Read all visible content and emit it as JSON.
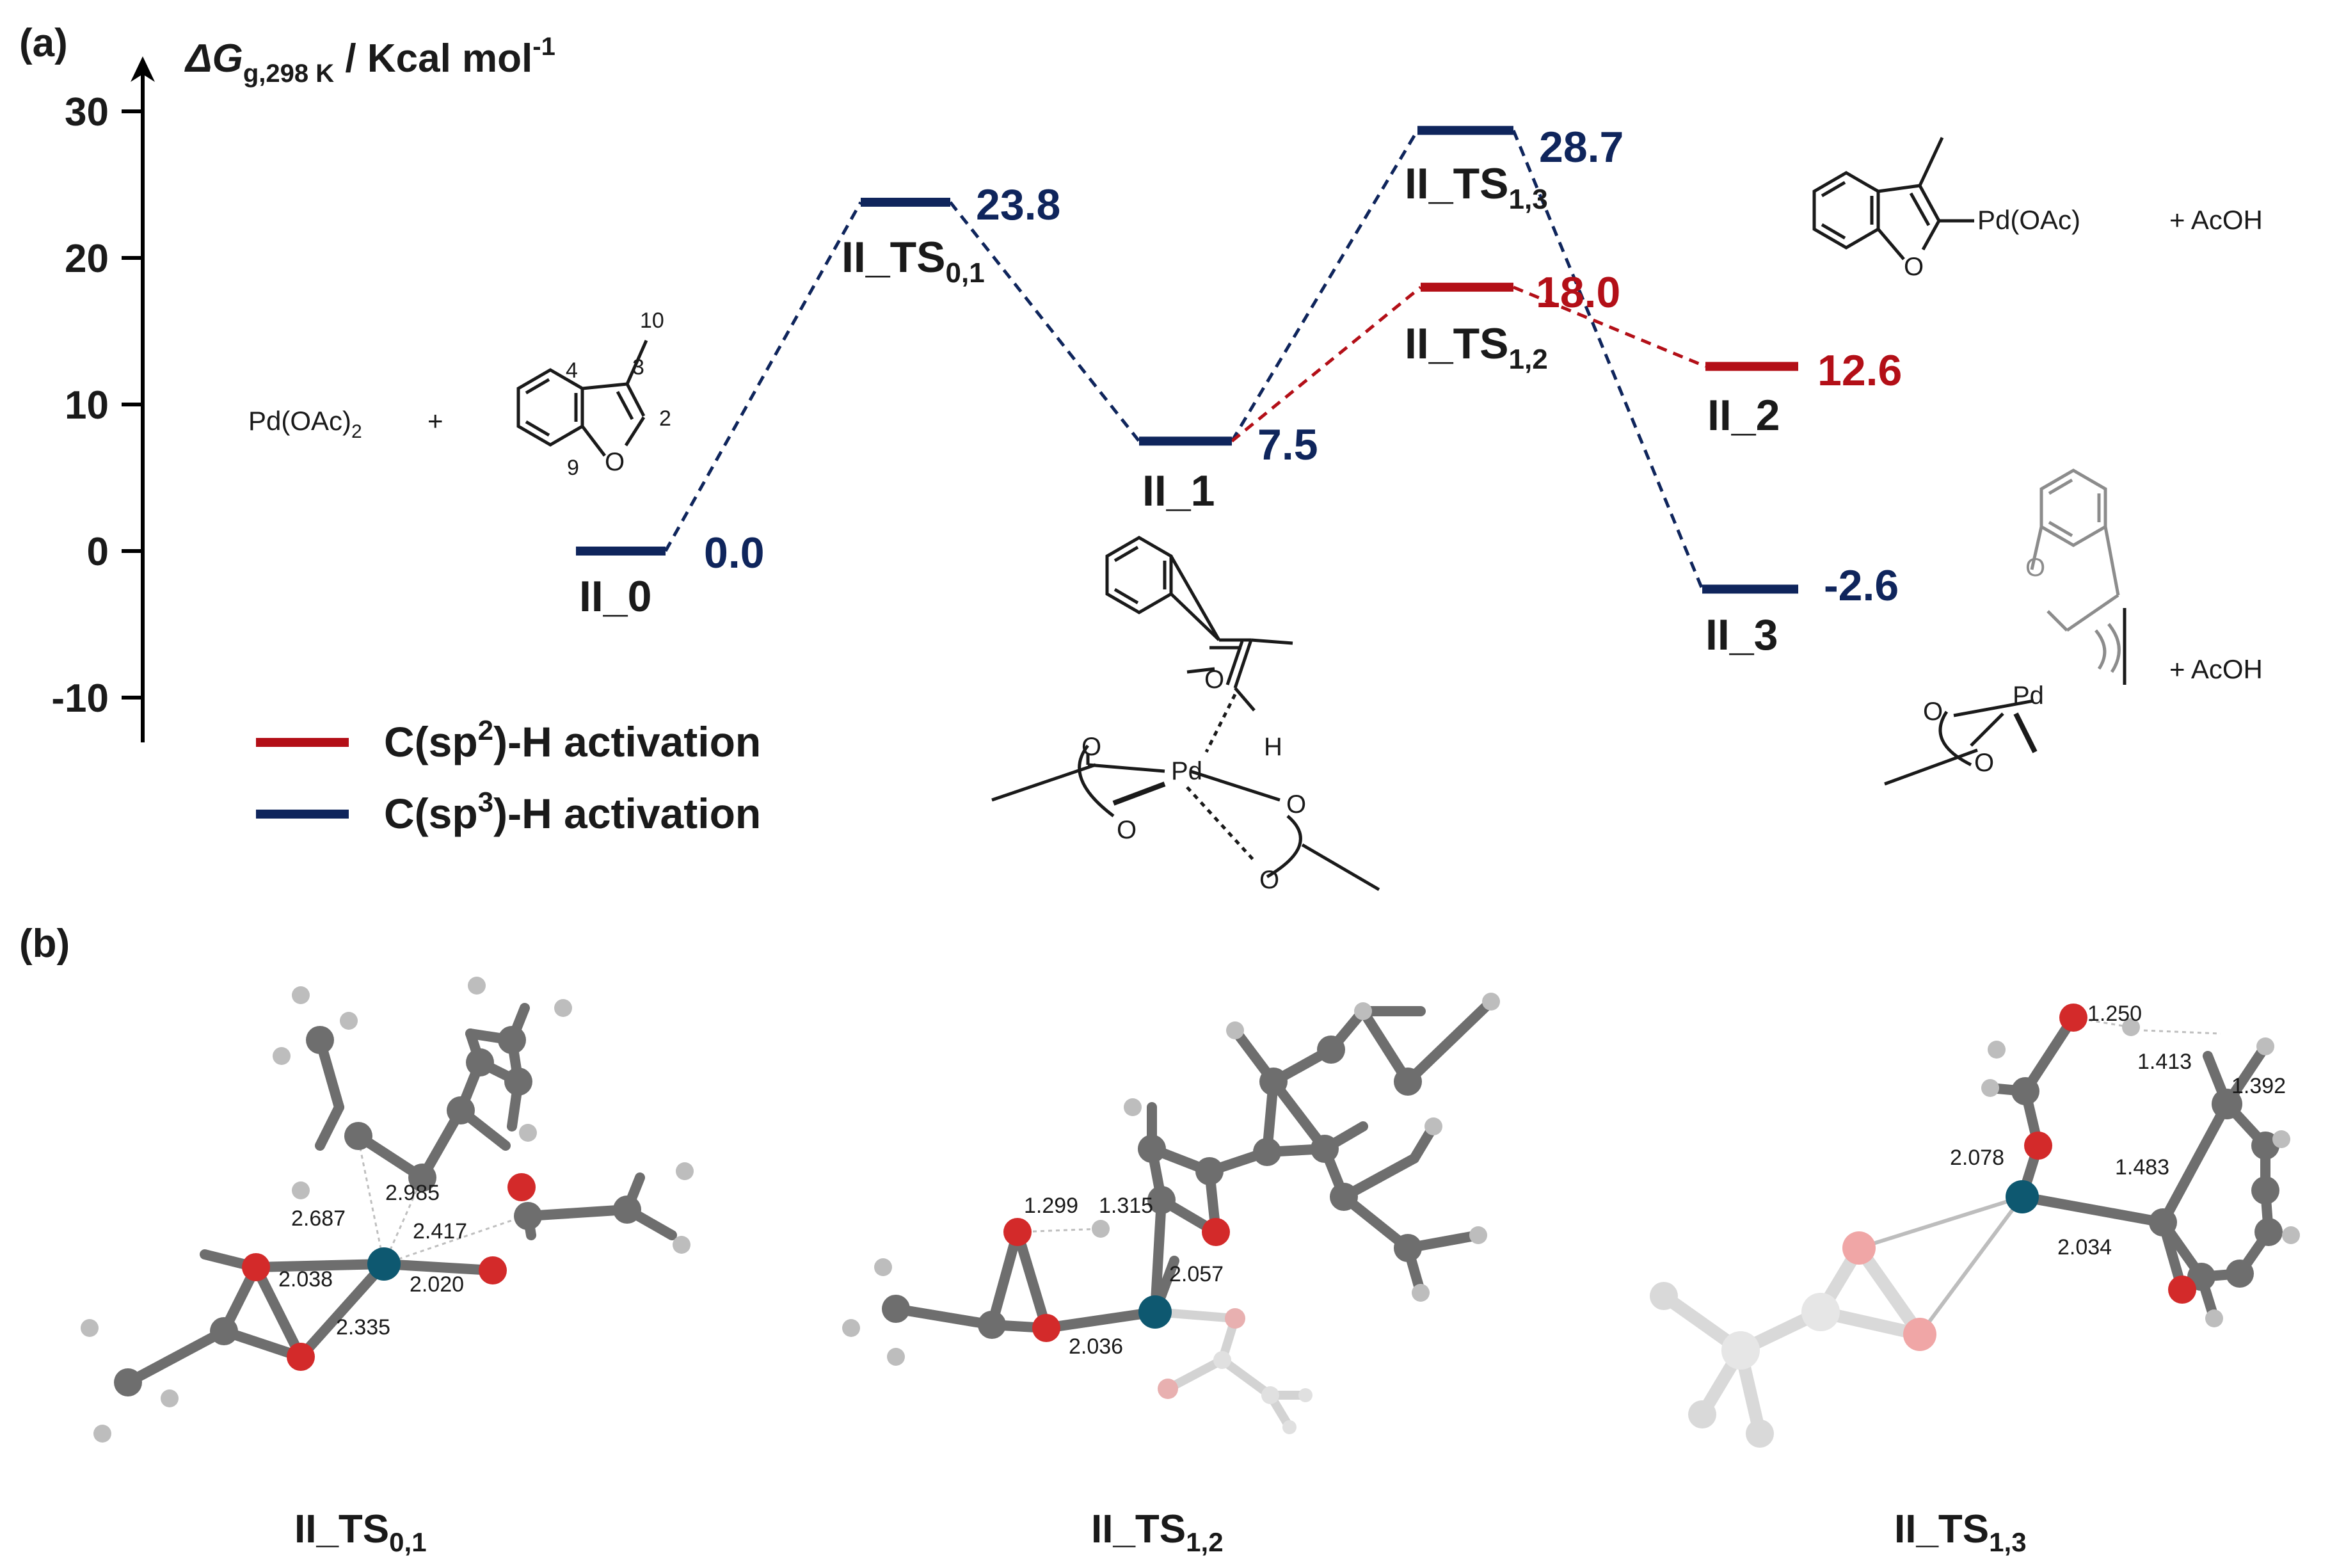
{
  "panel_labels": {
    "a": "(a)",
    "b": "(b)"
  },
  "y_axis": {
    "label_symbol": "ΔG",
    "label_subscript": "g,298 K",
    "label_unit": " / Kcal mol",
    "label_unit_sup": "-1",
    "ticks": [
      "30",
      "20",
      "10",
      "0",
      "-10"
    ],
    "range": [
      -13,
      33
    ]
  },
  "colors": {
    "sp2": "#b30f17",
    "sp3": "#0f255c",
    "axis": "#000000",
    "text": "#1a1a1a"
  },
  "legend": [
    {
      "pre": "C(sp",
      "sup": "2",
      "post": ")-H activation",
      "color": "#b30f17"
    },
    {
      "pre": "C(sp",
      "sup": "3",
      "post": ")-H activation",
      "color": "#0f255c"
    }
  ],
  "states": [
    {
      "id": "II_0",
      "base": "II_0",
      "sub": "",
      "value": 0.0,
      "value_label": "0.0",
      "series": "sp3"
    },
    {
      "id": "TS01",
      "base": "II_TS",
      "sub": "0,1",
      "value": 23.8,
      "value_label": "23.8",
      "series": "sp3"
    },
    {
      "id": "II_1",
      "base": "II_1",
      "sub": "",
      "value": 7.5,
      "value_label": "7.5",
      "series": "sp3"
    },
    {
      "id": "TS13",
      "base": "II_TS",
      "sub": "1,3",
      "value": 28.7,
      "value_label": "28.7",
      "series": "sp3"
    },
    {
      "id": "TS12",
      "base": "II_TS",
      "sub": "1,2",
      "value": 18.0,
      "value_label": "18.0",
      "series": "sp2"
    },
    {
      "id": "II_2",
      "base": "II_2",
      "sub": "",
      "value": 12.6,
      "value_label": "12.6",
      "series": "sp2"
    },
    {
      "id": "II_3",
      "base": "II_3",
      "sub": "",
      "value": -2.6,
      "value_label": "-2.6",
      "series": "sp3"
    }
  ],
  "paths": [
    {
      "series": "sp3",
      "sequence": [
        "II_0",
        "TS01",
        "II_1",
        "TS13",
        "II_3"
      ]
    },
    {
      "series": "sp2",
      "sequence": [
        "II_1",
        "TS12",
        "II_2"
      ]
    }
  ],
  "reactants": {
    "pd": "Pd(OAc)",
    "pd_sub": "2",
    "plus": "+",
    "atom_numbers": [
      "10",
      "3",
      "4",
      "2",
      "9"
    ],
    "o": "O"
  },
  "product_2": {
    "group": "Pd(OAc)",
    "o": "O",
    "extra": "+ AcOH"
  },
  "product_3": {
    "o": "O",
    "pd": "Pd",
    "extra": "+ AcOH"
  },
  "intermediate": {
    "o": "O",
    "pd": "Pd",
    "h": "H"
  },
  "ts_structures": [
    {
      "id": "TS01",
      "base": "II_TS",
      "sub": "0,1",
      "distances": [
        "2.687",
        "2.985",
        "2.417",
        "2.038",
        "2.020",
        "2.335"
      ]
    },
    {
      "id": "TS12",
      "base": "II_TS",
      "sub": "1,2",
      "distances": [
        "1.299",
        "1.315",
        "2.057",
        "2.036"
      ]
    },
    {
      "id": "TS13",
      "base": "II_TS",
      "sub": "1,3",
      "distances": [
        "1.250",
        "1.413",
        "1.392",
        "2.078",
        "1.483",
        "2.034"
      ]
    }
  ]
}
